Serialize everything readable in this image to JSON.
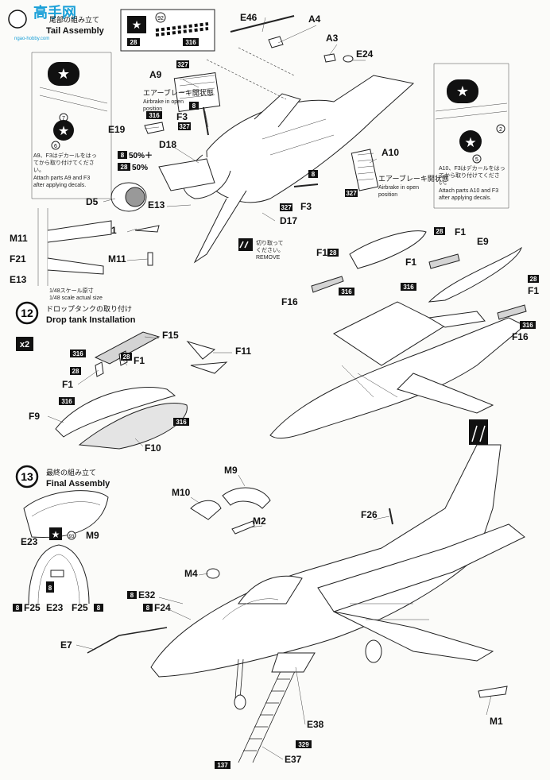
{
  "watermark": {
    "line1": "高手网",
    "line2": "ngao-hobby.com"
  },
  "step11": {
    "title_jp": "尾部の組み立て",
    "title_en": "Tail Assembly"
  },
  "step12": {
    "number": "12",
    "title_jp": "ドロップタンクの取り付け",
    "title_en": "Drop tank  Installation",
    "multiplier": "x2"
  },
  "step13": {
    "number": "13",
    "title_jp": "最終の組み立て",
    "title_en": "Final Assembly"
  },
  "notes": {
    "airbrake_open_jp": "エアーブレーキ開状態",
    "airbrake_open_en_1": "Airbrake in open",
    "airbrake_open_en_2": "position",
    "decal_a9_jp_1": "A9、F3はデカールをはっ",
    "decal_a9_jp_2": "てから取り付けてくださ",
    "decal_a9_jp_3": "い。",
    "decal_a9_en_1": "Attach parts A9 and F3",
    "decal_a9_en_2": "after applying decals.",
    "decal_a10_jp_1": "A10、F3はデカールをはっ",
    "decal_a10_jp_2": "てから取り付けてくださ",
    "decal_a10_jp_3": "い。",
    "decal_a10_en_1": "Attach parts A10 and F3",
    "decal_a10_en_2": "after applying decals.",
    "remove_jp_1": "切り取って",
    "remove_jp_2": "ください。",
    "remove_en": "REMOVE",
    "scale_jp": "1/48スケール原寸",
    "scale_en": "1/48 scale actual size",
    "paint_mix_1": "50%＋",
    "paint_mix_2": "50%"
  },
  "decal_numbers": {
    "d7": "7",
    "d6": "6",
    "d2": "2",
    "d5": "5",
    "d92": "92",
    "d93": "93"
  },
  "paint_codes": {
    "c28": "28",
    "c316": "316",
    "c327": "327",
    "c8": "8",
    "c329": "329",
    "c137": "137"
  },
  "parts": {
    "E46": "E46",
    "A4": "A4",
    "A3": "A3",
    "E24": "E24",
    "A9": "A9",
    "F3": "F3",
    "E19": "E19",
    "D18": "D18",
    "D5": "D5",
    "E13": "E13",
    "F21": "F21",
    "M11": "M11",
    "D17": "D17",
    "A10": "A10",
    "F1": "F1",
    "E9": "E9",
    "F16": "F16",
    "F15": "F15",
    "F11": "F11",
    "F9": "F9",
    "F10": "F10",
    "M9": "M9",
    "M10": "M10",
    "M2": "M2",
    "F26": "F26",
    "E23": "E23",
    "F25": "F25",
    "M4": "M4",
    "E32": "E32",
    "F24": "F24",
    "E7": "E7",
    "E38": "E38",
    "E37": "E37",
    "M1": "M1"
  }
}
